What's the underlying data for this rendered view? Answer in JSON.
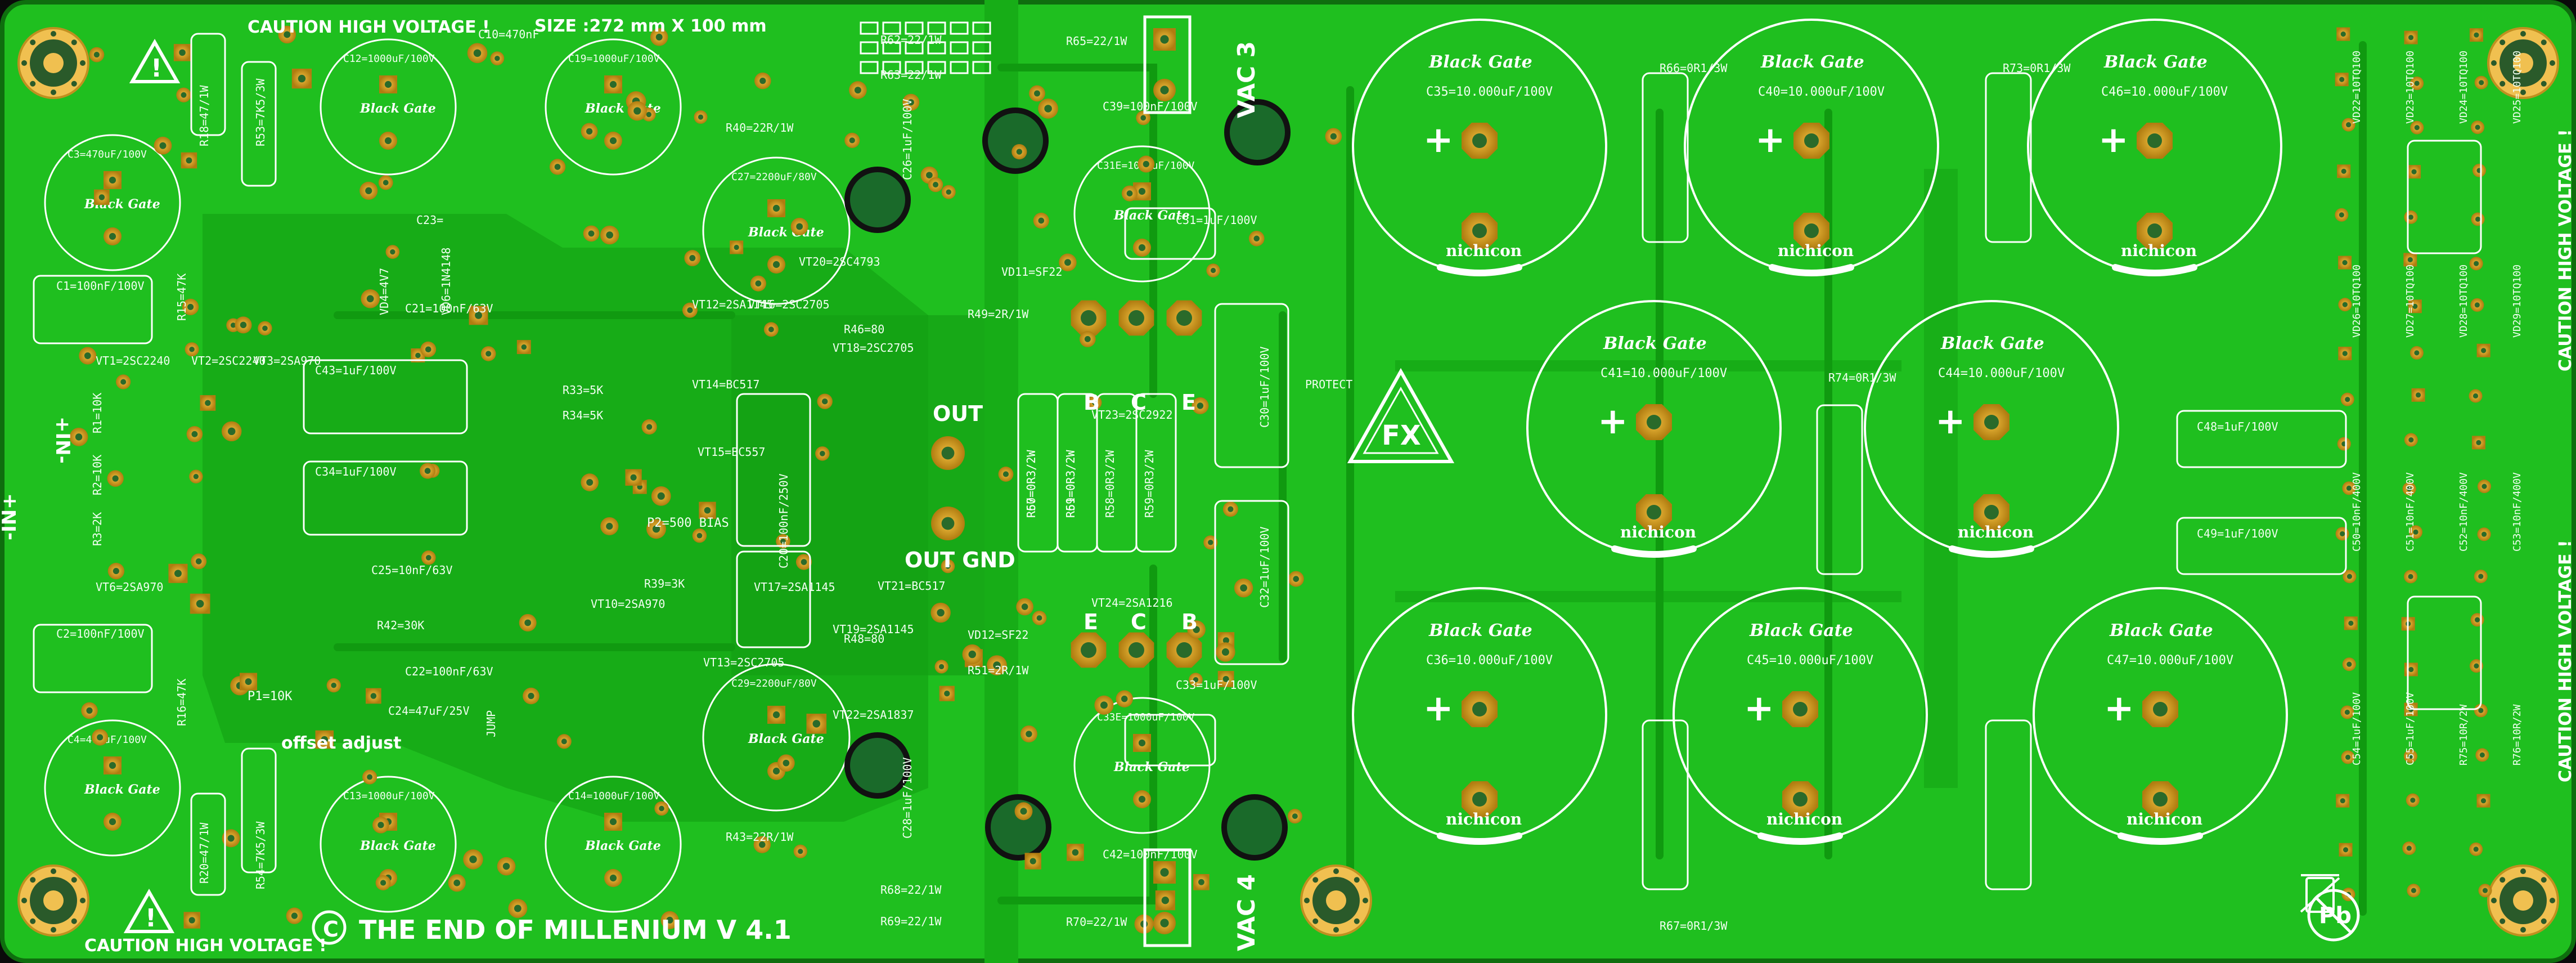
{
  "board": {
    "title": "THE END OF MILLENIUM V 4.1",
    "size_label": "SIZE :272 mm X 100 mm",
    "caution_top": "CAUTION HIGH VOLTAGE !",
    "caution_bottom": "CAUTION HIGH VOLTAGE !",
    "caution_right_1": "CAUTION HIGH VOLTAGE !",
    "caution_right_2": "CAUTION HIGH VOLTAGE !",
    "copyright_glyph": "C",
    "lead_free_glyph": "Pb",
    "logo_glyph": "FX",
    "colors": {
      "board": "#1fbf1f",
      "copper": "#13a813",
      "pad": "#d8a020",
      "silk": "#ffffff",
      "edge": "#0e6e0e"
    }
  },
  "labels": {
    "out": "OUT",
    "out_gnd": "OUT GND",
    "protect": "PROTECT",
    "offset_adjust": "offset adjust",
    "p2_bias": "P2=500 BIAS",
    "p1": "P1=10K",
    "in_plus": "+IN-",
    "in_minus": "-IN+",
    "jump": "JUMP",
    "vac3": "VAC 3",
    "vac4": "VAC 4",
    "bce_top": [
      "B",
      "C",
      "E"
    ],
    "ecb_bottom": [
      "E",
      "C",
      "B"
    ],
    "transistor_top": "VT23=2SC2922",
    "transistor_bottom": "VT24=2SA1216"
  },
  "brands": {
    "black_gate": "Black Gate",
    "nichicon": "nichicon"
  },
  "big_caps": [
    {
      "ref": "C35=10.000uF/100V",
      "plus": "+"
    },
    {
      "ref": "C40=10.000uF/100V",
      "plus": "+"
    },
    {
      "ref": "C46=10.000uF/100V",
      "plus": "+"
    },
    {
      "ref": "C41=10.000uF/100V",
      "plus": "+"
    },
    {
      "ref": "C44=10.000uF/100V",
      "plus": "+"
    },
    {
      "ref": "C36=10.000uF/100V",
      "plus": "+"
    },
    {
      "ref": "C45=10.000uF/100V",
      "plus": "+"
    },
    {
      "ref": "C47=10.000uF/100V",
      "plus": "+"
    }
  ],
  "mid_caps": [
    {
      "ref": "C12=1000uF/100V"
    },
    {
      "ref": "C19=1000uF/100V"
    },
    {
      "ref": "C13=1000uF/100V"
    },
    {
      "ref": "C14=1000uF/100V"
    },
    {
      "ref": "C27=2200uF/80V"
    },
    {
      "ref": "C29=2200uF/80V"
    },
    {
      "ref": "C31E=1000uF/100V"
    },
    {
      "ref": "C33E=1000uF/100V"
    },
    {
      "ref": "C3=470uF/100V"
    },
    {
      "ref": "C4=470uF/100V"
    }
  ],
  "small_parts": {
    "rails": [
      "R66=0R1/3W",
      "R73=0R1/3W",
      "R74=0R1/3W",
      "R67=0R1/3W"
    ],
    "film_caps_right": [
      "C48=1uF/100V",
      "C49=1uF/100V"
    ],
    "film_caps_mid": [
      "C30=1uF/100V",
      "C32=1uF/100V",
      "C31=1uF/100V",
      "C33=1uF/100V"
    ],
    "film_caps_left": [
      "C1=100nF/100V",
      "C2=100nF/100V",
      "C43=1uF/100V",
      "C34=1uF/100V"
    ],
    "emitter_resistors": [
      "R57=0R3/2W",
      "R59=0R3/2W",
      "R58=0R3/2W",
      "R59=0R3/2W",
      "R60=0R3/2W",
      "R61=0R3/2W"
    ],
    "top_resistors": [
      "R62=22/1W",
      "R63=22/1W",
      "R65=22/1W",
      "R40=22R/1W",
      "C10=470nF",
      "C39=100nF/100V"
    ],
    "bottom_resistors": [
      "R68=22/1W",
      "R69=22/1W",
      "R70=22/1W",
      "R43=22R/1W",
      "C42=100nF/100V"
    ],
    "mid_resistors": [
      "R46=80",
      "R49=2R/1W",
      "R48=80",
      "R51=2R/1W",
      "R33=5K",
      "R34=5K",
      "R39=3K",
      "R42=30K"
    ],
    "transistors": [
      "VT1=2SC2240",
      "VT2=2SC2240",
      "VT3=2SA970",
      "VT6=2SA970",
      "VT12=2SA1145",
      "VT16=2SC2705",
      "VT18=2SC2705",
      "VT19=2SA1145",
      "VT20=2SC4793",
      "VT22=2SA1837",
      "VT14=BC517",
      "VT15=BC557",
      "VT21=BC517",
      "VT13=2SC2705",
      "VT10=2SA970",
      "VT17=2SA1145"
    ],
    "diodes": [
      "VD11=SF22",
      "VD12=SF22",
      "VD6=1N4148",
      "VD4=4V7"
    ],
    "right_edge": [
      "VD22=10TQ100",
      "VD23=10TQ100",
      "VD24=10TQ100",
      "VD25=10TQ100",
      "VD26=10TQ100",
      "VD27=10TQ100",
      "VD28=10TQ100",
      "VD29=10TQ100",
      "C50=10nF/400V",
      "C51=10nF/400V",
      "C52=10nF/400V",
      "C53=10nF/400V",
      "C54=1uF/100V",
      "C55=1uF/100V",
      "R75=10R/2W",
      "R76=10R/2W"
    ],
    "left_resistors": [
      "R18=47/1W",
      "R20=47/1W",
      "R53=7K5/3W",
      "R54=7K5/3W",
      "R15=47K",
      "R16=47K",
      "R1=10K",
      "R2=10K",
      "R3=2K"
    ],
    "small_caps": [
      "C23=",
      "C21=100nF/63V",
      "C25=10nF/63V",
      "C22=100nF/63V",
      "C24=47uF/25V",
      "C20=100nF/250V",
      "C26=1uF/100V",
      "C28=1uF/100V"
    ]
  }
}
